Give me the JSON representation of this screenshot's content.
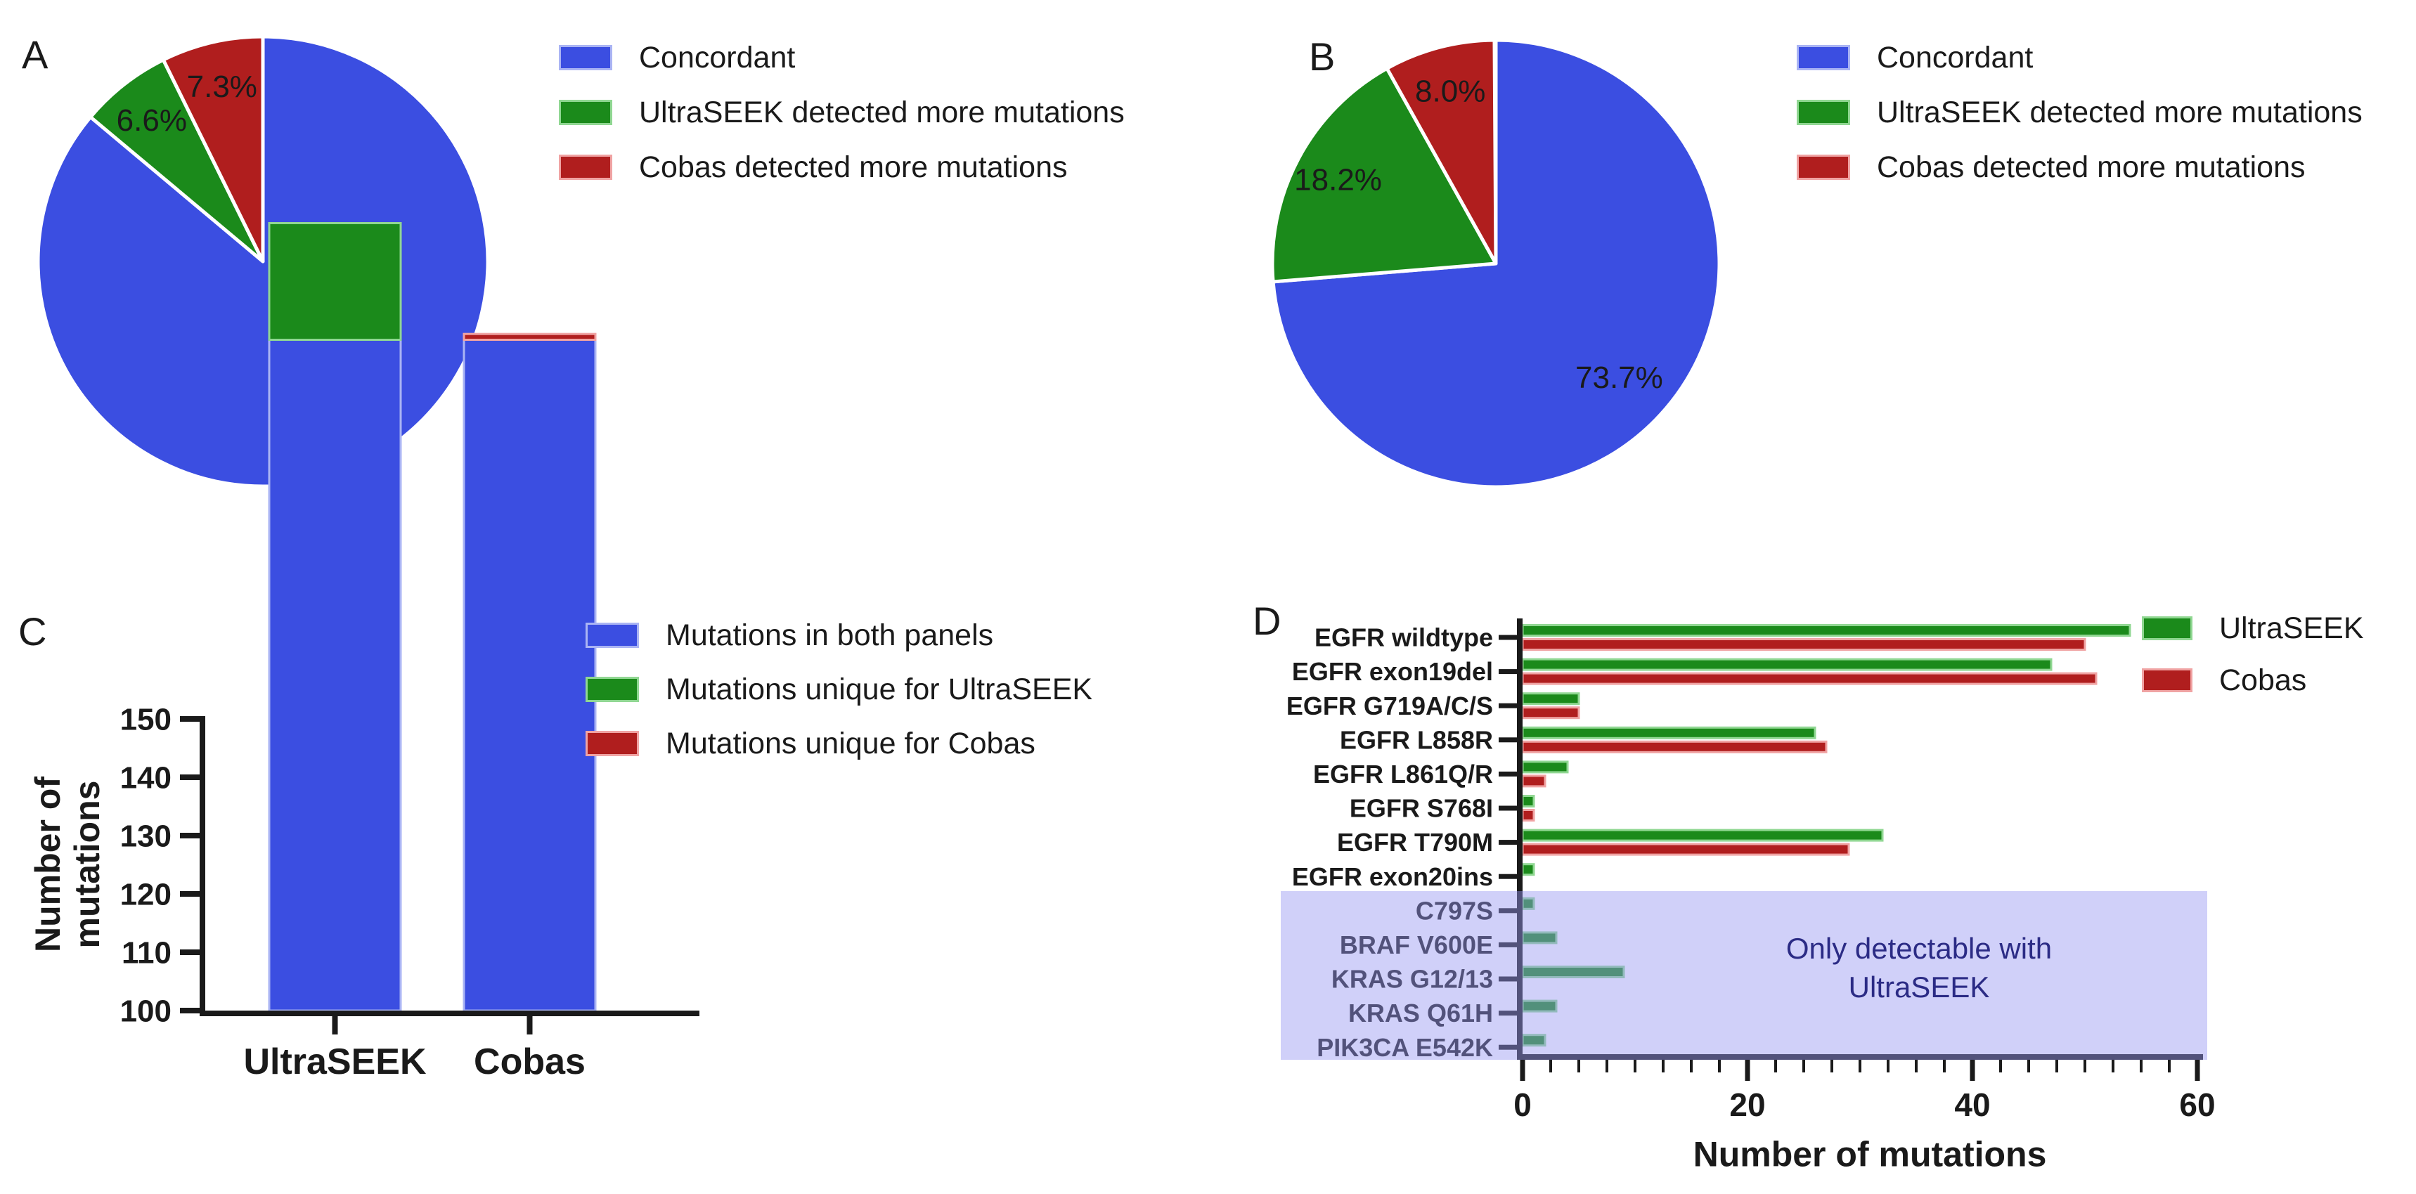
{
  "panels": {
    "a": {
      "letter": "A"
    },
    "b": {
      "letter": "B"
    },
    "c": {
      "letter": "C"
    },
    "d": {
      "letter": "D"
    }
  },
  "colors": {
    "blue": "#3B4EE1",
    "blue_light": "#AAB4F4",
    "green": "#1B8A1B",
    "green_light": "#90D792",
    "red": "#B01E1E",
    "red_light": "#F0A3A3",
    "navy": "#2B2B85",
    "axis": "#1a1a1a",
    "shade": "rgba(150,150,242,0.45)"
  },
  "chart_data": [
    {
      "id": "pie-a",
      "type": "pie",
      "panel": "A",
      "start": "top",
      "direction": "clockwise",
      "slices": [
        {
          "label": "Concordant",
          "value": 86.1,
          "color_key": "blue"
        },
        {
          "label": "UltraSEEK detected more mutations",
          "value": 6.6,
          "color_key": "green"
        },
        {
          "label": "Cobas detected more mutations",
          "value": 7.3,
          "color_key": "red"
        }
      ],
      "label_format": "percent",
      "legend_position": "right"
    },
    {
      "id": "pie-b",
      "type": "pie",
      "panel": "B",
      "start": "top",
      "direction": "clockwise",
      "slices": [
        {
          "label": "Concordant",
          "value": 73.7,
          "color_key": "blue"
        },
        {
          "label": "UltraSEEK detected more mutations",
          "value": 18.2,
          "color_key": "green"
        },
        {
          "label": "Cobas detected more mutations",
          "value": 8.0,
          "color_key": "red"
        }
      ],
      "label_format": "percent",
      "legend_position": "right"
    },
    {
      "id": "bar-c",
      "type": "bar",
      "subtype": "stacked_vertical",
      "panel": "C",
      "categories": [
        "UltraSEEK",
        "Cobas"
      ],
      "series": [
        {
          "name": "Mutations in both panels",
          "color_key": "blue",
          "values": [
            115,
            115
          ]
        },
        {
          "name": "Mutations unique for UltraSEEK",
          "color_key": "green",
          "values": [
            20,
            0
          ]
        },
        {
          "name": "Mutations unique for Cobas",
          "color_key": "red",
          "values": [
            0,
            1
          ]
        }
      ],
      "totals": [
        135,
        116
      ],
      "ylabel": "Number of mutations",
      "ylabel_lines": [
        "Number of",
        "mutations"
      ],
      "ylim": [
        100,
        150
      ],
      "yticks": [
        100,
        110,
        120,
        130,
        140,
        150
      ],
      "grid": false,
      "legend_position": "top-right"
    },
    {
      "id": "bar-d",
      "type": "bar",
      "subtype": "grouped_horizontal",
      "panel": "D",
      "categories": [
        "EGFR wildtype",
        "EGFR exon19del",
        "EGFR G719A/C/S",
        "EGFR L858R",
        "EGFR L861Q/R",
        "EGFR S768I",
        "EGFR T790M",
        "EGFR exon20ins",
        "C797S",
        "BRAF V600E",
        "KRAS G12/13",
        "KRAS Q61H",
        "PIK3CA E542K"
      ],
      "series": [
        {
          "name": "UltraSEEK",
          "color_key": "green",
          "values": [
            54,
            47,
            5,
            26,
            4,
            1,
            32,
            1,
            1,
            3,
            9,
            3,
            2
          ]
        },
        {
          "name": "Cobas",
          "color_key": "red",
          "values": [
            50,
            51,
            5,
            27,
            2,
            1,
            29,
            0,
            null,
            null,
            null,
            null,
            null
          ]
        }
      ],
      "xlabel": "Number of mutations",
      "xlim": [
        0,
        60
      ],
      "xticks": [
        0,
        20,
        40,
        60
      ],
      "minor_tick_step": 2.5,
      "grid": false,
      "legend_position": "top-right",
      "annotation": {
        "text_lines": [
          "Only detectable with",
          "UltraSEEK"
        ],
        "applies_to_categories": [
          "C797S",
          "BRAF V600E",
          "KRAS G12/13",
          "KRAS Q61H",
          "PIK3CA E542K"
        ]
      }
    }
  ]
}
